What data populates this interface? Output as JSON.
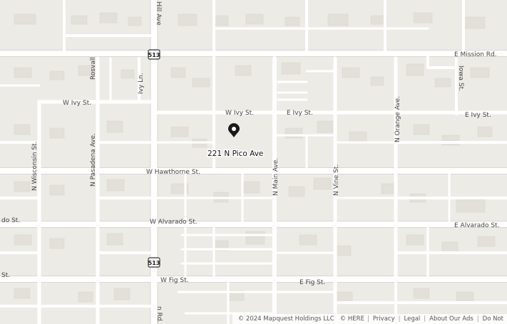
{
  "pin_label": "221 N Pico Ave",
  "route_shield": "513",
  "streets": {
    "hill_ave": "Hill Ave",
    "rosvall": "Rosvall",
    "ivy_ln": "Ivy Ln.",
    "e_mission_rd": "E Mission Rd.",
    "iowa_st": "Iowa St.",
    "n_orange_ave": "N Orange Ave.",
    "w_ivy_st_left": "W Ivy St.",
    "w_ivy_st_mid": "W Ivy St.",
    "e_ivy_st_mid": "E Ivy St.",
    "e_ivy_st_right": "E Ivy St.",
    "n_wisconsin_st": "N Wisconsin St.",
    "n_pasadena_ave": "N Pasadena Ave.",
    "n_main_ave": "N Main Ave.",
    "n_vine_st": "N Vine St.",
    "w_hawthorne_st": "W Hawthorne St.",
    "w_alvarado_st_left": "do St.",
    "w_alvarado_st": "W Alvarado St.",
    "e_alvarado_st": "E Alvarado St.",
    "w_fig_st_left": "St.",
    "w_fig_st": "W Fig St.",
    "e_fig_st": "E Fig St.",
    "bottom_rd": "n Rd."
  },
  "footer": {
    "copyright": "© 2024 Mapquest Holdings LLC",
    "here": "© HERE",
    "privacy": "Privacy",
    "legal": "Legal",
    "about_ads": "About Our Ads",
    "do_not": "Do Not"
  },
  "colors": {
    "land": "#ecebe6",
    "road": "#ffffff",
    "block": "#e2e0d9",
    "label": "#444444",
    "pin": "#1a1a1a"
  }
}
